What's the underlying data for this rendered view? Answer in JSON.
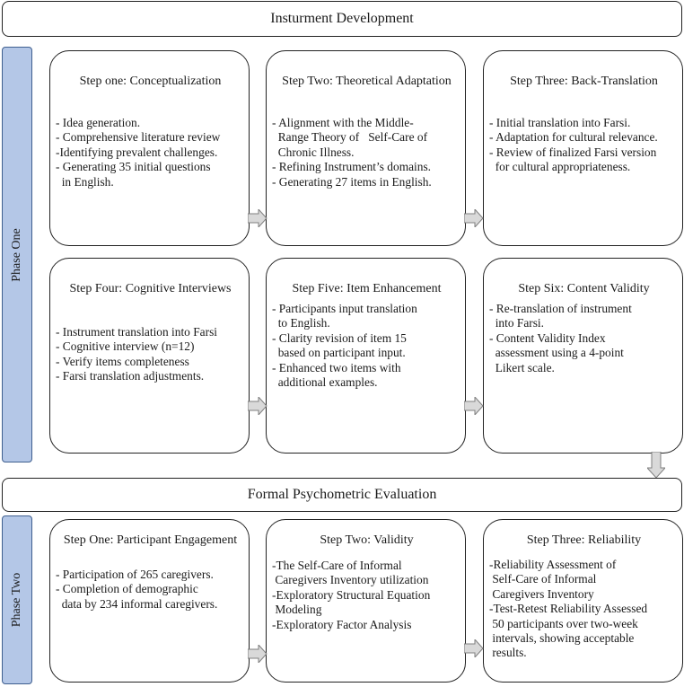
{
  "header_top": "Insturment Development",
  "header_mid": "Formal Psychometric Evaluation",
  "phases": [
    "Phase One",
    "Phase Two"
  ],
  "steps": [
    {
      "title": "Step one: Conceptualization",
      "items": [
        "- Idea generation.",
        "- Comprehensive literature review",
        "-Identifying prevalent challenges.",
        "- Generating 35 initial questions",
        "  in English."
      ]
    },
    {
      "title": "Step Two: Theoretical Adaptation",
      "items": [
        "- Alignment with the Middle-",
        "  Range Theory of   Self-Care of",
        "  Chronic Illness.",
        "- Refining Instrument’s domains.",
        "- Generating 27 items in English."
      ]
    },
    {
      "title": "Step Three: Back-Translation",
      "items": [
        "- Initial translation into Farsi.",
        "- Adaptation for cultural relevance.",
        "- Review of finalized Farsi version",
        "  for cultural appropriateness."
      ]
    },
    {
      "title": "Step Four: Cognitive Interviews",
      "items": [
        "- Instrument translation into Farsi",
        "- Cognitive interview (n=12)",
        "- Verify items completeness",
        "- Farsi translation adjustments."
      ]
    },
    {
      "title": "Step Five: Item Enhancement",
      "items": [
        "- Participants input translation",
        "  to English.",
        "- Clarity revision of item 15",
        "  based on participant input.",
        "- Enhanced two items with",
        "  additional examples."
      ]
    },
    {
      "title": "Step Six: Content Validity",
      "items": [
        "- Re-translation of instrument",
        "  into Farsi.",
        "- Content Validity Index",
        "  assessment using a 4-point",
        "  Likert scale."
      ]
    },
    {
      "title": "Step One: Participant Engagement",
      "items": [
        "- Participation of 265 caregivers.",
        "- Completion of demographic",
        "  data by 234 informal caregivers."
      ]
    },
    {
      "title": "Step Two: Validity",
      "items": [
        "-The Self-Care of Informal",
        " Caregivers Inventory utilization",
        "-Exploratory Structural Equation",
        " Modeling",
        "-Exploratory Factor Analysis"
      ]
    },
    {
      "title": "Step Three: Reliability",
      "items": [
        "-Reliability Assessment of",
        " Self-Care of Informal",
        " Caregivers Inventory",
        "-Test-Retest Reliability Assessed",
        " 50 participants over two-week",
        " intervals, showing acceptable",
        " results."
      ]
    }
  ]
}
